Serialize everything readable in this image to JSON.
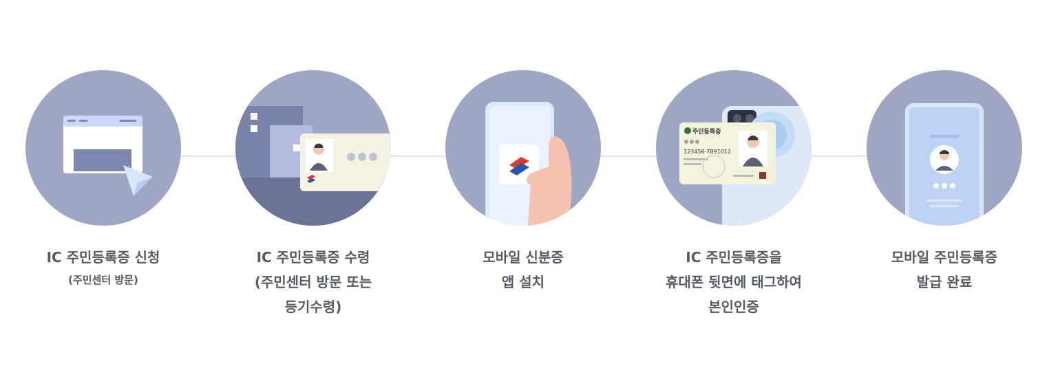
{
  "steps": [
    {
      "icon": "online-application-icon",
      "lines": [
        "IC 주민등록증 신청"
      ],
      "sub": "(주민센터 방문)"
    },
    {
      "icon": "id-card-receipt-icon",
      "lines": [
        "IC 주민등록증 수령",
        "(주민센터 방문 또는",
        "등기수령)"
      ]
    },
    {
      "icon": "mobile-app-install-icon",
      "lines": [
        "모바일 신분증",
        "앱 설치"
      ]
    },
    {
      "icon": "nfc-tag-verification-icon",
      "lines": [
        "IC 주민등록증을",
        "휴대폰 뒷면에 태그하여",
        "본인인증"
      ]
    },
    {
      "icon": "mobile-id-issued-icon",
      "lines": [
        "모바일 주민등록증",
        "발급 완료"
      ]
    }
  ],
  "card": {
    "title": "주민등록증",
    "number": "123456-7891012"
  },
  "colors": {
    "circle": "#9ea6c4",
    "label": "#555a64",
    "connector": "#e3e4ea"
  }
}
